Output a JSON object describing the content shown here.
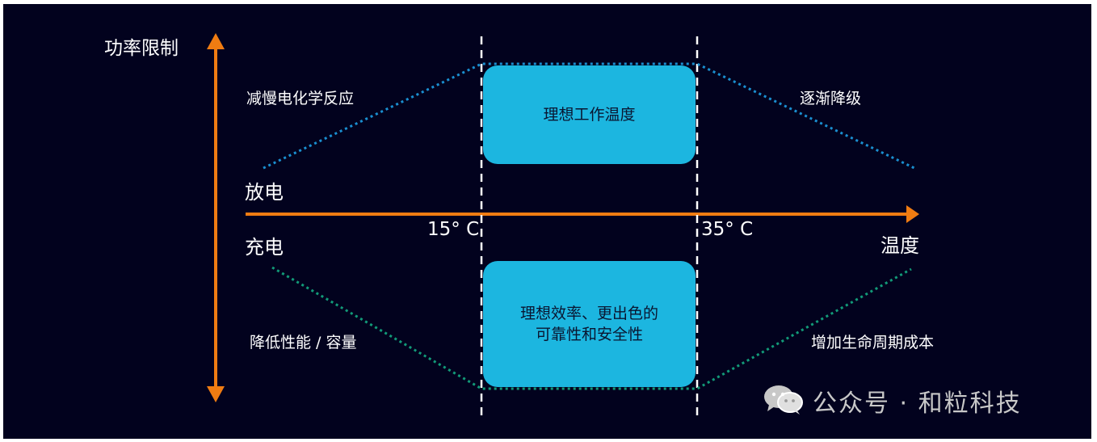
{
  "colors": {
    "background": "#02021e",
    "arrow": "#f07c12",
    "box_fill": "#1cb6e0",
    "top_dotted": "#1a8fd0",
    "bottom_dotted": "#129a78",
    "dashed_vertical": "#ffffff"
  },
  "axes": {
    "y_label": "功率限制",
    "x_label": "温度",
    "upper_side": "放电",
    "lower_side": "充电",
    "tick_15": "15° C",
    "tick_35": "35° C"
  },
  "regions": {
    "top_left": "减慢电化学反应",
    "top_right": "逐渐降级",
    "bottom_left": "降低性能 / 容量",
    "bottom_right": "增加生命周期成本"
  },
  "boxes": {
    "top": "理想工作温度",
    "bottom_line1": "理想效率、更出色的",
    "bottom_line2": "可靠性和安全性"
  },
  "watermark": {
    "icon": "wechat-icon",
    "text": "公众号 · 和粒科技"
  }
}
